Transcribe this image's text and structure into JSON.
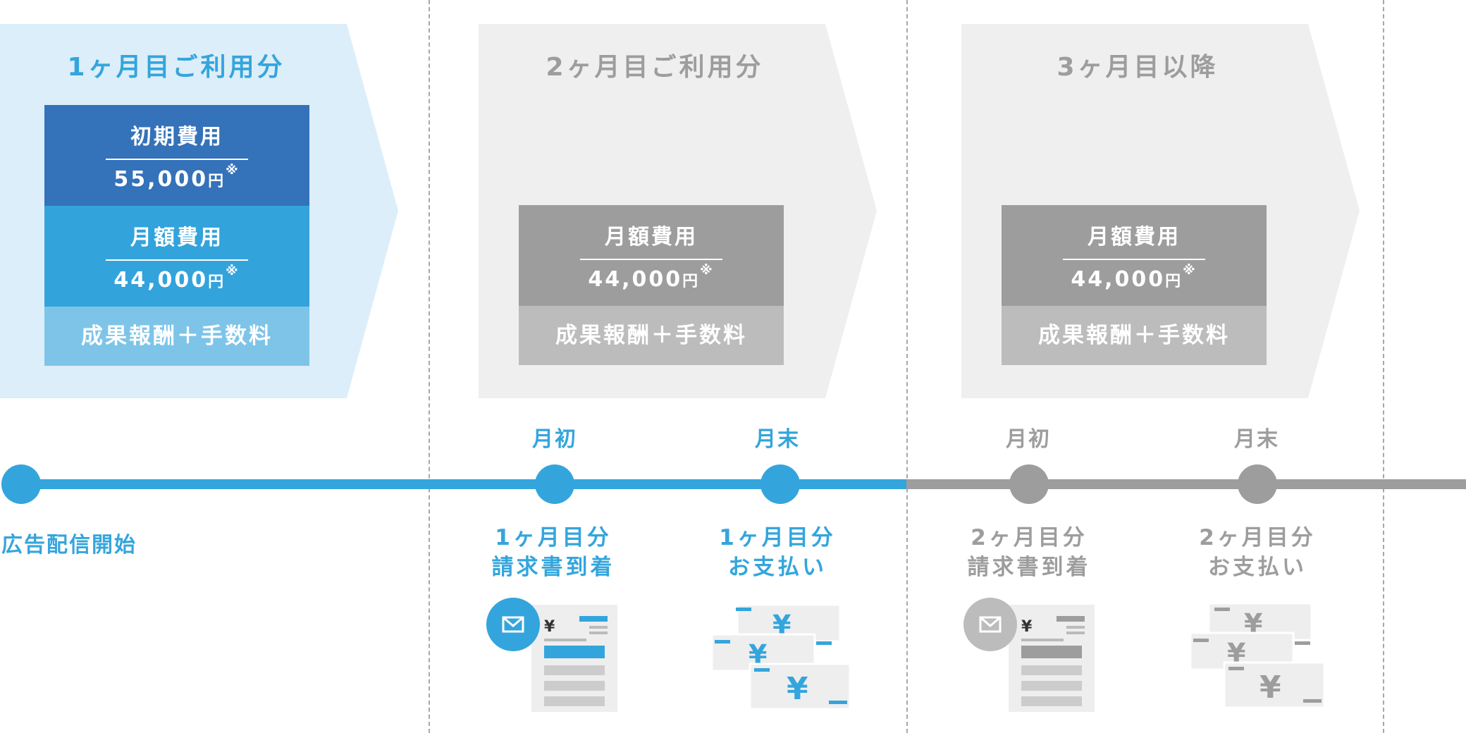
{
  "colors": {
    "blue": "#34a5dc",
    "dark_blue": "#3472b9",
    "mid_blue": "#33a3dc",
    "light_blue": "#7ec4e8",
    "pale_blue": "#dceef9",
    "gray": "#9d9d9d",
    "light_gray": "#bcbcbc",
    "pale_gray": "#efefef"
  },
  "stages": [
    {
      "title": "1ヶ月目ご利用分",
      "initial_label": "初期費用",
      "initial_amount": "55,000",
      "monthly_label": "月額費用",
      "monthly_amount": "44,000",
      "yen": "円",
      "note_mark": "※",
      "commission": "成果報酬＋手数料"
    },
    {
      "title": "2ヶ月目ご利用分",
      "monthly_label": "月額費用",
      "monthly_amount": "44,000",
      "yen": "円",
      "note_mark": "※",
      "commission": "成果報酬＋手数料"
    },
    {
      "title": "3ヶ月目以降",
      "monthly_label": "月額費用",
      "monthly_amount": "44,000",
      "yen": "円",
      "note_mark": "※",
      "commission": "成果報酬＋手数料"
    }
  ],
  "timeline": {
    "start_label": "広告配信開始",
    "month_start": "月初",
    "month_end": "月末",
    "events": [
      {
        "line1": "1ヶ月目分",
        "line2": "請求書到着",
        "icon": "invoice-mail-icon"
      },
      {
        "line1": "1ヶ月目分",
        "line2": "お支払い",
        "icon": "yen-bills-icon"
      },
      {
        "line1": "2ヶ月目分",
        "line2": "請求書到着",
        "icon": "invoice-mail-icon"
      },
      {
        "line1": "2ヶ月目分",
        "line2": "お支払い",
        "icon": "yen-bills-icon"
      }
    ]
  },
  "icon_text": {
    "yen": "¥"
  }
}
